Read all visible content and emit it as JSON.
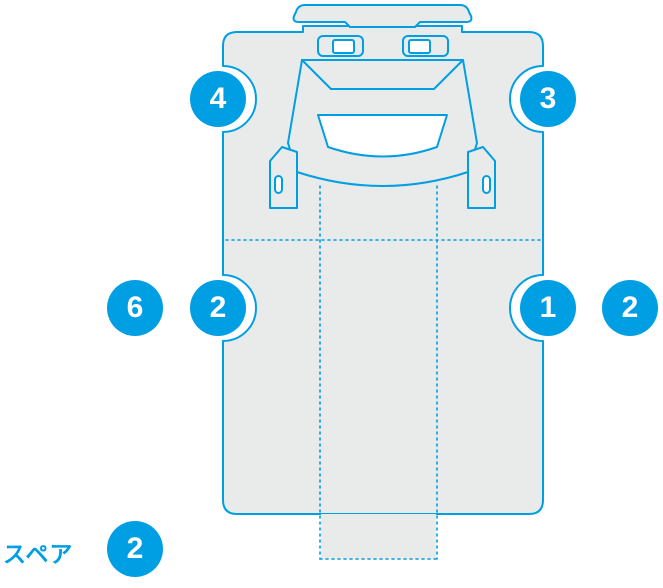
{
  "colors": {
    "accent": "#009FE3",
    "body_fill": "#E9EAEA",
    "page_bg": "#FFFFFF",
    "badge_text": "#FFFFFF",
    "glass_fill": "#FFFFFF"
  },
  "badges": [
    {
      "position": "front-left-wheel",
      "label": "4"
    },
    {
      "position": "front-right-wheel",
      "label": "3"
    },
    {
      "position": "rear-left-wheel",
      "label": "2"
    },
    {
      "position": "rear-right-wheel",
      "label": "1"
    },
    {
      "position": "outer-left",
      "label": "6"
    },
    {
      "position": "outer-right",
      "label": "2"
    },
    {
      "position": "spare",
      "label": "2"
    }
  ],
  "spare": {
    "label": "スペア"
  }
}
